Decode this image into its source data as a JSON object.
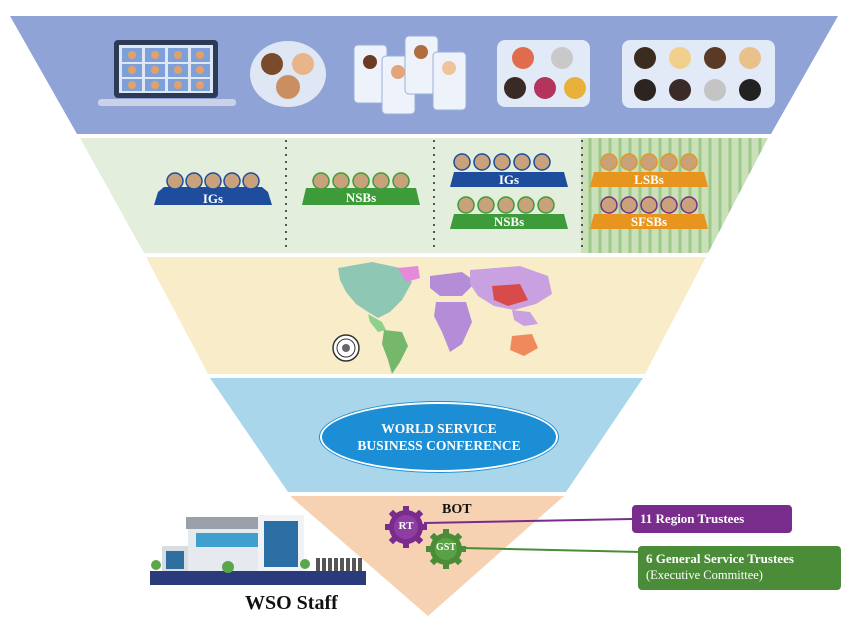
{
  "tier2": {
    "col1": {
      "igs": "IGs"
    },
    "col2": {
      "nsbs": "NSBs"
    },
    "col3": {
      "igs": "IGs",
      "nsbs": "NSBs"
    },
    "col4": {
      "lsbs": "LSBs",
      "sfsbs": "SFSBs"
    }
  },
  "conference": {
    "line1": "WORLD SERVICE",
    "line2": "BUSINESS CONFERENCE"
  },
  "bottom": {
    "bot": "BOT",
    "rt": "RT",
    "gst": "GST",
    "staff": "WSO Staff",
    "region_trustees": "11 Region Trustees",
    "gs_trustees": "6 General Service Trustees",
    "gs_trustees_sub": "(Executive Committee)"
  },
  "colors": {
    "tier1": "#8fa3d6",
    "tier2": "#e3efdc",
    "tier3": "#f8edc8",
    "tier4": "#a9d6ea",
    "tier5": "#f6d2b3",
    "ribbon_blue": "#1d4d9c",
    "ribbon_green": "#3e9b3a",
    "ribbon_orange": "#e8951f",
    "purple": "#7a2c8c",
    "green": "#4a8c37"
  }
}
